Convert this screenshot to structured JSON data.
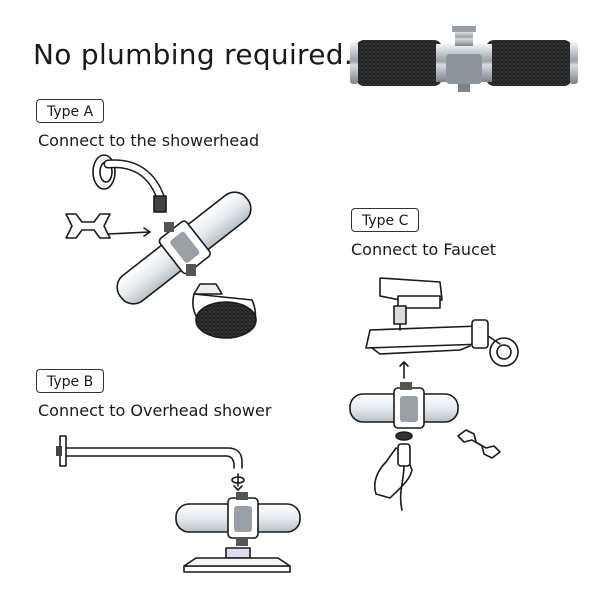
{
  "headline": "No plumbing required.",
  "sections": {
    "type_a": {
      "badge": "Type A",
      "caption": "Connect to the showerhead"
    },
    "type_b": {
      "badge": "Type B",
      "caption": "Connect to Overhead shower"
    },
    "type_c": {
      "badge": "Type C",
      "caption": "Connect to Faucet"
    }
  },
  "colors": {
    "line": "#1a1a1a",
    "chrome": "#c9ccd0",
    "filter_body": "#eef1f4"
  }
}
